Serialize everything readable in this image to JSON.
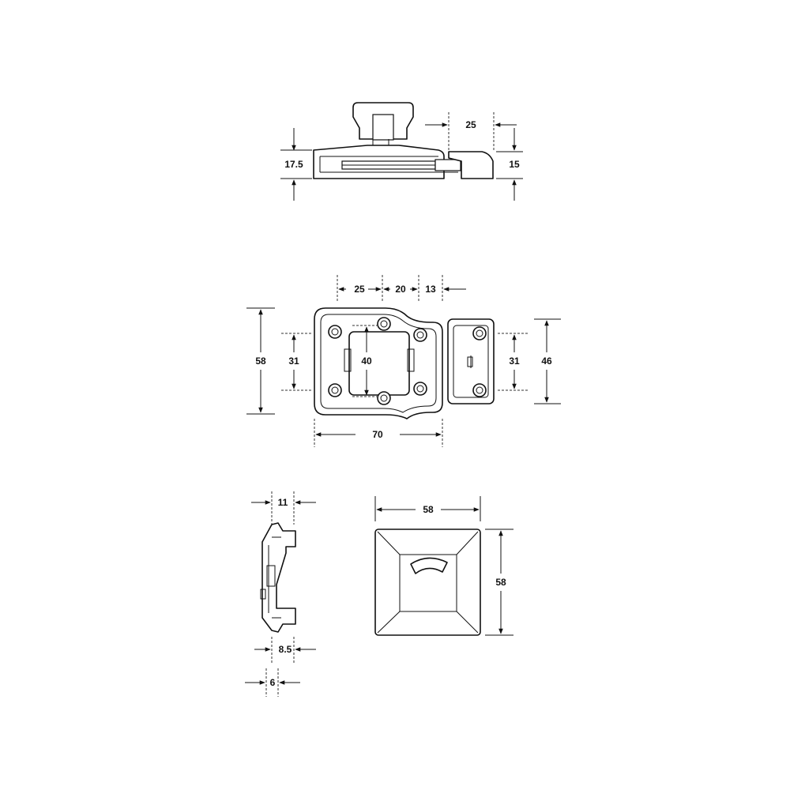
{
  "colors": {
    "line": "#111111",
    "background": "#ffffff"
  },
  "top_view": {
    "dim_width": "25",
    "dim_height_left": "17.5",
    "dim_height_right": "15"
  },
  "front_view": {
    "dim_a": "25",
    "dim_b": "20",
    "dim_c": "13",
    "dim_height_outer": "58",
    "dim_height_inner_left": "31",
    "dim_inner_square": "40",
    "dim_height_inner_right": "31",
    "dim_height_strike": "46",
    "dim_width": "70"
  },
  "side_view": {
    "dim_top": "11",
    "dim_mid": "8.5",
    "dim_bottom": "6"
  },
  "indicator_view": {
    "dim_width": "58",
    "dim_height": "58"
  }
}
